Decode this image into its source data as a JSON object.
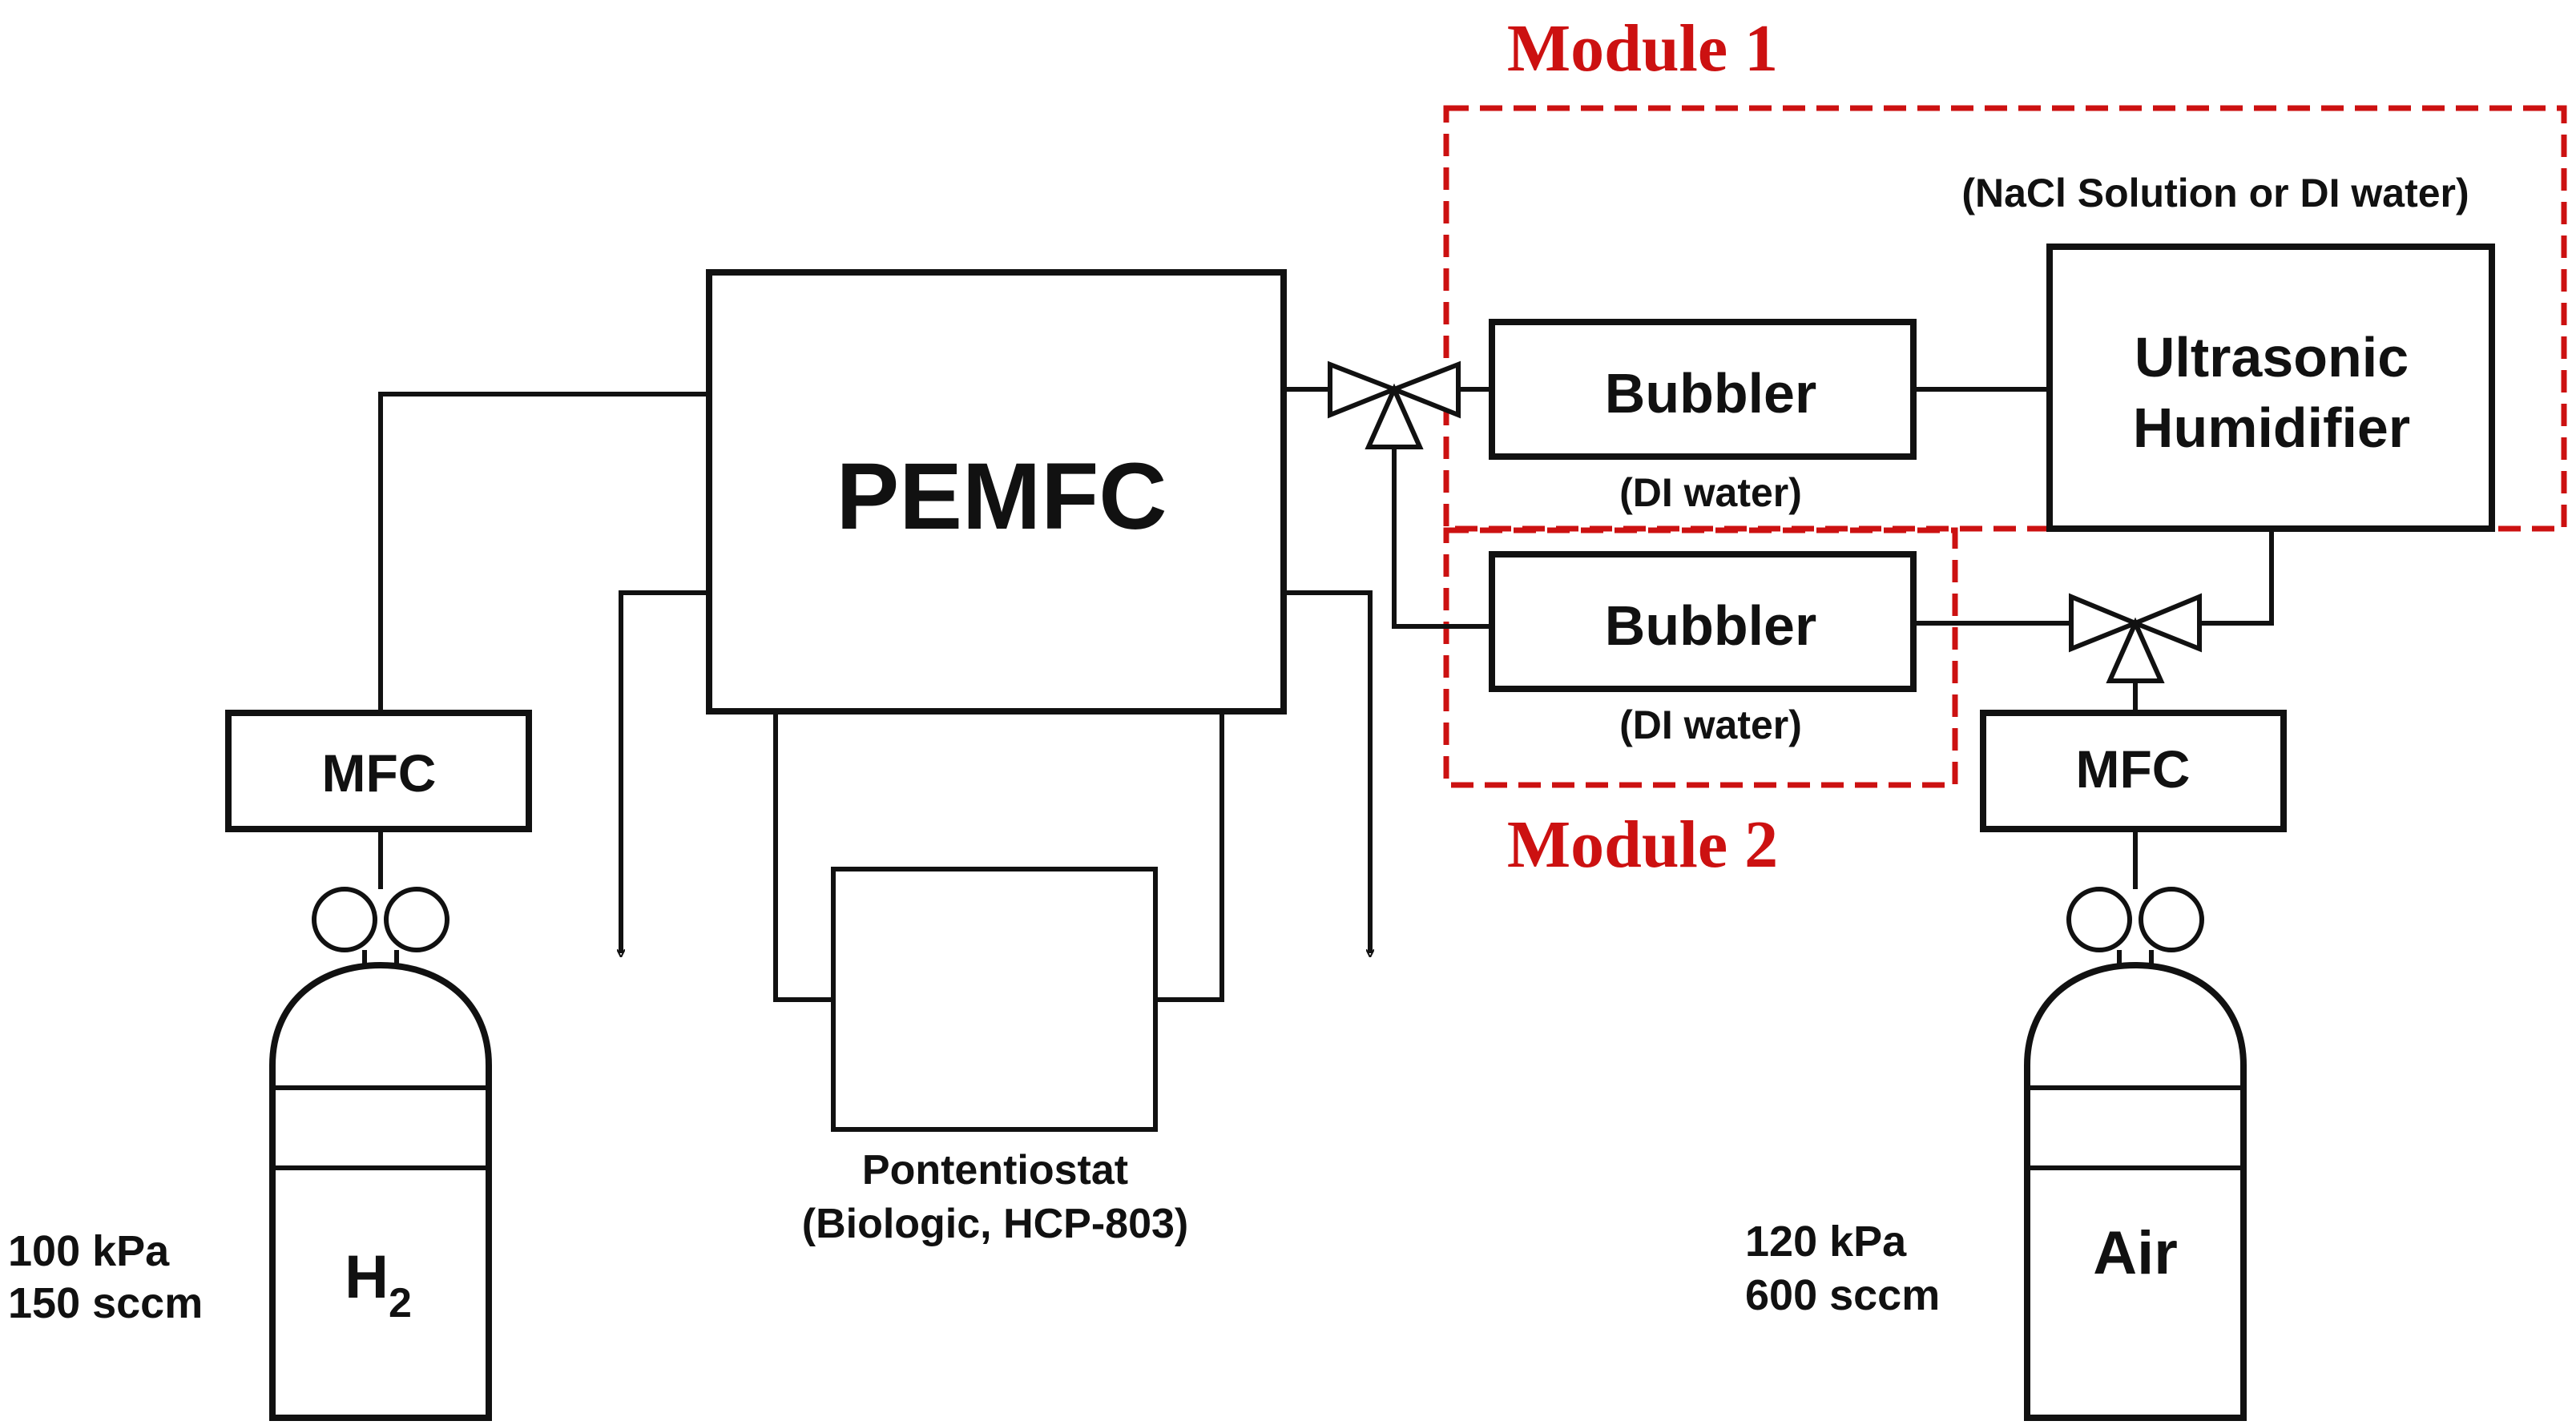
{
  "diagram": {
    "module1_title": "Module 1",
    "module2_title": "Module 2",
    "module_color": "#cc1111",
    "pemfc_label": "PEMFC",
    "humidifier": {
      "line1": "Ultrasonic",
      "line2": "Humidifier",
      "note": "(NaCl Solution or DI water)"
    },
    "bubbler_top": {
      "label": "Bubbler",
      "note": "(DI water)"
    },
    "bubbler_bottom": {
      "label": "Bubbler",
      "note": "(DI water)"
    },
    "mfc_left": "MFC",
    "mfc_right": "MFC",
    "potentiostat": {
      "line1": "Pontentiostat",
      "line2": "(Biologic, HCP-803)"
    },
    "h2_tank": {
      "symbol": "H",
      "subscript": "2",
      "pressure": "100 kPa",
      "flow": "150 sccm"
    },
    "air_tank": {
      "label": "Air",
      "pressure": "120 kPa",
      "flow": "600 sccm"
    }
  }
}
